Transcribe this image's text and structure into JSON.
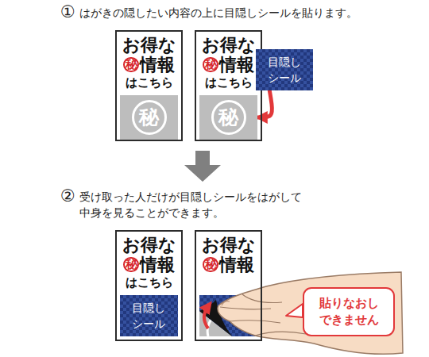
{
  "diagram": {
    "nodes": [
      {
        "text": [
          "お得な",
          "秘",
          "情報",
          "はこちら"
        ]
      },
      {
        "text": [
          "秘"
        ],
        "in": 0
      },
      {
        "text": [
          "お得な",
          "秘",
          "情報",
          "はこちら"
        ]
      },
      {
        "text": [
          "秘"
        ],
        "in": 2
      },
      {
        "text": [
          "目隠し シール"
        ]
      },
      {
        "text": [
          "お得な",
          "秘",
          "情報",
          "はこちら"
        ]
      },
      {
        "text": [
          "目隠し シール"
        ],
        "in": 5
      },
      {
        "text": [
          "お得な",
          "秘",
          "情報"
        ]
      },
      {
        "text": [
          "貼りなおし できません"
        ]
      }
    ],
    "edges": [
      {
        "from": 4,
        "to": 3,
        "arrow": "to"
      }
    ],
    "labels": [
      "①",
      "はがきの隠したい内容の上に目隠しシールを貼ります。",
      "②",
      "受け取った人だけが目隠しシールをはがして 中身を見ることができます。"
    ]
  }
}
